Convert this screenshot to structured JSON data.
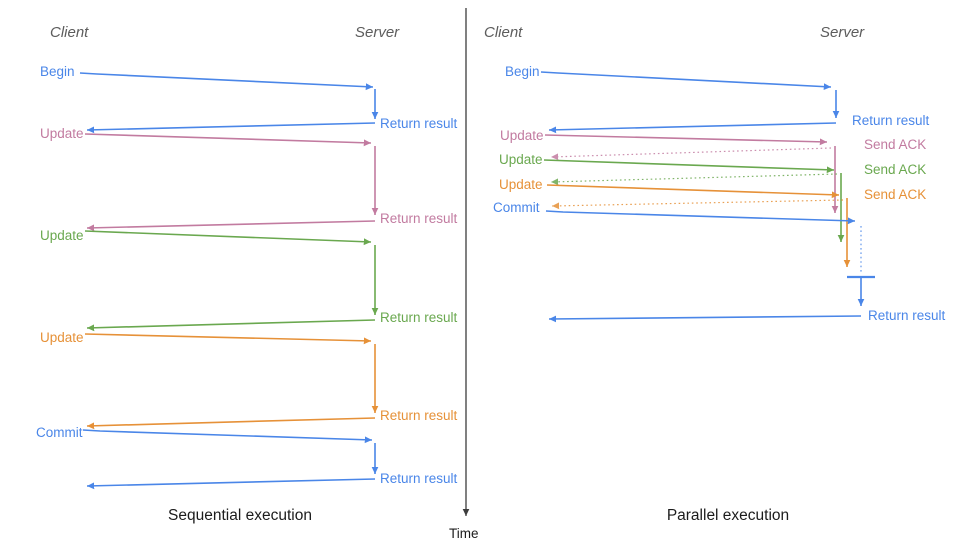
{
  "colors": {
    "blue": "#4a86e8",
    "pink": "#c27ba0",
    "green": "#6aa84f",
    "orange": "#e69138",
    "axis": "#3d3d3d",
    "header": "#5c5c5c",
    "caption": "#1c1c1c"
  },
  "time_axis": {
    "label": "Time"
  },
  "left": {
    "client_header": "Client",
    "server_header": "Server",
    "caption": "Sequential execution",
    "messages": [
      {
        "label": "Begin",
        "color": "blue",
        "response": "Return result"
      },
      {
        "label": "Update",
        "color": "pink",
        "response": "Return result"
      },
      {
        "label": "Update",
        "color": "green",
        "response": "Return result"
      },
      {
        "label": "Update",
        "color": "orange",
        "response": "Return result"
      },
      {
        "label": "Commit",
        "color": "blue",
        "response": "Return result"
      }
    ]
  },
  "right": {
    "client_header": "Client",
    "server_header": "Server",
    "caption": "Parallel execution",
    "messages": [
      {
        "label": "Begin",
        "color": "blue",
        "response": "Return result"
      },
      {
        "label": "Update",
        "color": "pink",
        "response": "Send ACK"
      },
      {
        "label": "Update",
        "color": "green",
        "response": "Send ACK"
      },
      {
        "label": "Update",
        "color": "orange",
        "response": "Send ACK"
      },
      {
        "label": "Commit",
        "color": "blue",
        "response": "Return result"
      }
    ]
  }
}
